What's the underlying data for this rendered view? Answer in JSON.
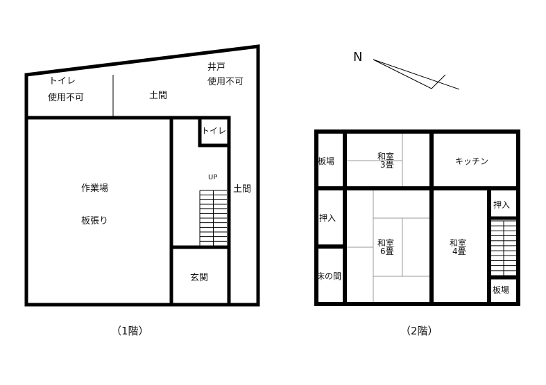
{
  "north_label": "N",
  "floor1": {
    "caption": "（1階）",
    "rooms": {
      "toilet_unusable_1": "トイレ",
      "toilet_unusable_2": "使用不可",
      "doma_top": "土間",
      "well_1": "井戸",
      "well_2": "使用不可",
      "toilet": "トイレ",
      "up": "UP",
      "doma_right": "土間",
      "workshop_1": "作業場",
      "workshop_2": "板張り",
      "entrance": "玄関"
    }
  },
  "floor2": {
    "caption": "（2階）",
    "rooms": {
      "itaba_left": "板場",
      "washitsu3_1": "和室",
      "washitsu3_2": "3畳",
      "kitchen": "キッチン",
      "oshiire_left": "押入",
      "tokonoma": "床の間",
      "washitsu6_1": "和室",
      "washitsu6_2": "6畳",
      "washitsu4_1": "和室",
      "washitsu4_2": "4畳",
      "oshiire_right": "押入",
      "itaba_right": "板場"
    }
  }
}
